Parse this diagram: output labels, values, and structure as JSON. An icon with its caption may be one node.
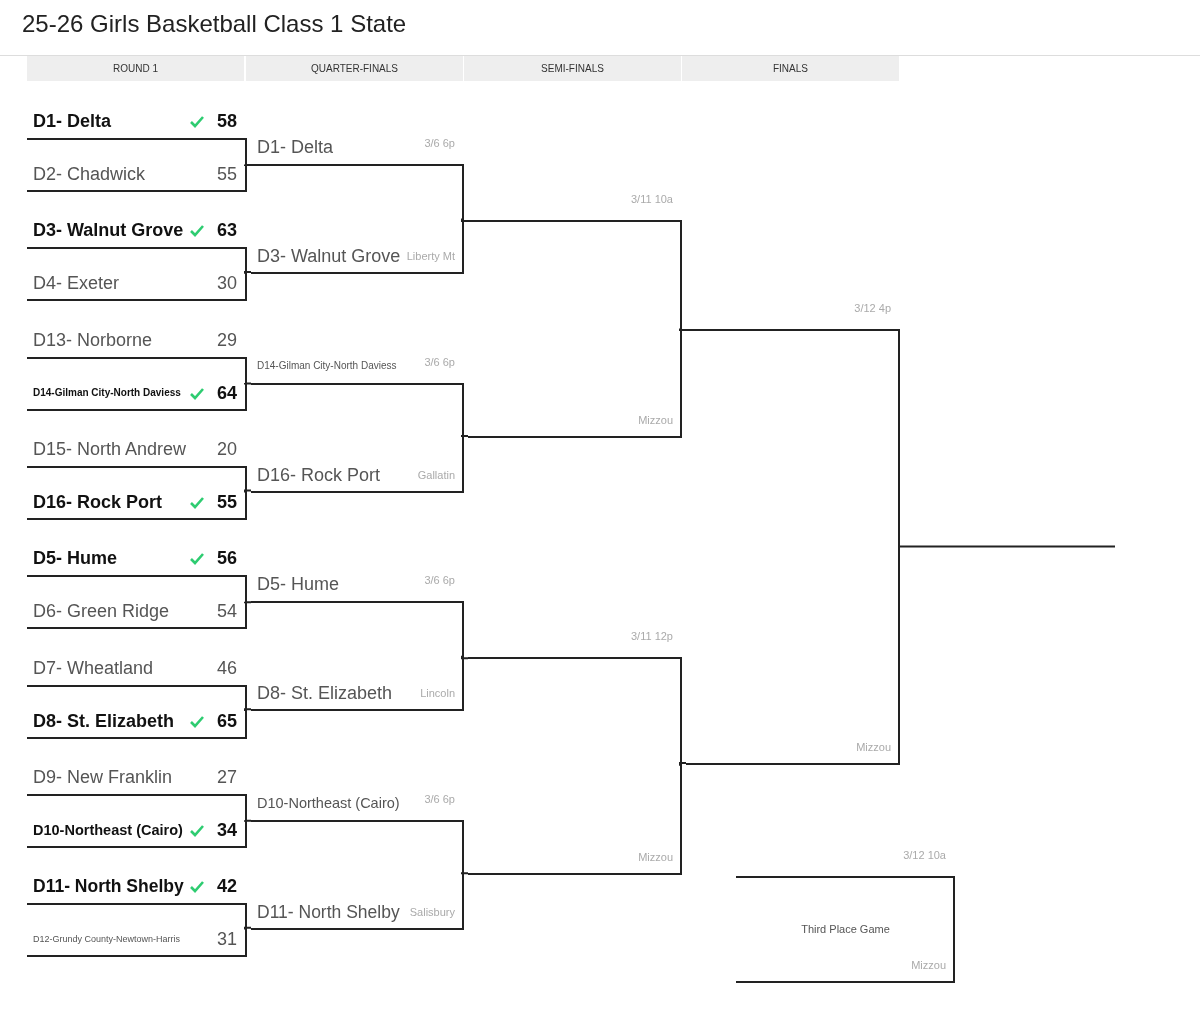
{
  "diagram": {
    "title": "25-26 Girls Basketball Class 1 State",
    "nodes": [
      {
        "text": [
          "D1- Delta",
          "58",
          "D2- Chadwick",
          "55"
        ]
      },
      {
        "text": [
          "D3- Walnut Grove",
          "63",
          "D4- Exeter",
          "30"
        ]
      },
      {
        "text": [
          "D13- Norborne",
          "29",
          "D14-Gilman City-North Daviess",
          "64"
        ]
      },
      {
        "text": [
          "D15- North Andrew",
          "20",
          "D16- Rock Port",
          "55"
        ]
      },
      {
        "text": [
          "D5- Hume",
          "56",
          "D6- Green Ridge",
          "54"
        ]
      },
      {
        "text": [
          "D7- Wheatland",
          "46",
          "D8- St. Elizabeth",
          "65"
        ]
      },
      {
        "text": [
          "D9- New Franklin",
          "27",
          "D10-Northeast (Cairo)",
          "34"
        ]
      },
      {
        "text": [
          "D11- North Shelby",
          "42",
          "D12-Grundy County-Newtown-Harris",
          "31"
        ]
      },
      {
        "text": [
          "D1- Delta",
          "3/6 6p",
          "D3- Walnut Grove",
          "Liberty Mt"
        ]
      },
      {
        "text": [
          "D14-Gilman City-North Daviess",
          "3/6 6p",
          "D16- Rock Port",
          "Gallatin"
        ]
      },
      {
        "text": [
          "D5- Hume",
          "3/6 6p",
          "D8- St. Elizabeth",
          "Lincoln"
        ]
      },
      {
        "text": [
          "D10-Northeast (Cairo)",
          "3/6 6p",
          "D11- North Shelby",
          "Salisbury"
        ]
      },
      {
        "text": [
          "3/11 10a",
          "Mizzou"
        ]
      },
      {
        "text": [
          "3/11 12p",
          "Mizzou"
        ]
      },
      {
        "text": [
          "3/12 4p",
          "Mizzou"
        ]
      },
      {
        "text": [
          "3/12 10a",
          "Third Place Game",
          "Mizzou"
        ]
      }
    ],
    "edges": [
      {
        "from": 0,
        "to": 8,
        "arrow": "none"
      },
      {
        "from": 1,
        "to": 8,
        "arrow": "none"
      },
      {
        "from": 2,
        "to": 9,
        "arrow": "none"
      },
      {
        "from": 3,
        "to": 9,
        "arrow": "none"
      },
      {
        "from": 4,
        "to": 10,
        "arrow": "none"
      },
      {
        "from": 5,
        "to": 10,
        "arrow": "none"
      },
      {
        "from": 6,
        "to": 11,
        "arrow": "none"
      },
      {
        "from": 7,
        "to": 11,
        "arrow": "none"
      },
      {
        "from": 8,
        "to": 12,
        "arrow": "none"
      },
      {
        "from": 9,
        "to": 12,
        "arrow": "none"
      },
      {
        "from": 10,
        "to": 13,
        "arrow": "none"
      },
      {
        "from": 11,
        "to": 13,
        "arrow": "none"
      },
      {
        "from": 12,
        "to": 14,
        "arrow": "none"
      },
      {
        "from": 13,
        "to": 14,
        "arrow": "none"
      },
      {
        "from": 14,
        "to": null,
        "arrow": "none"
      }
    ],
    "labels": [
      "ROUND 1",
      "QUARTER-FINALS",
      "SEMI-FINALS",
      "FINALS"
    ]
  }
}
